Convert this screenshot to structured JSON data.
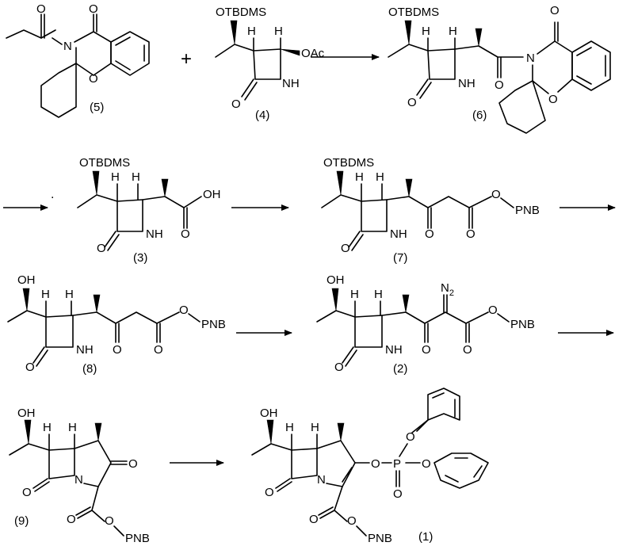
{
  "labels": {
    "tbdms": "OTBDMS",
    "oac": "OAc",
    "oh_group": "OH",
    "oh_acid": "OH",
    "o": "O",
    "n": "N",
    "nh": "NH",
    "h": "H",
    "p": "P",
    "n_diazo": "N",
    "diazo_sub": "2",
    "pnb": "PNB"
  },
  "operators": {
    "plus": "+",
    "dot": "."
  },
  "compounds": {
    "c5": "(5)",
    "c4": "(4)",
    "c6": "(6)",
    "c3": "(3)",
    "c7": "(7)",
    "c8": "(8)",
    "c2": "(2)",
    "c9": "(9)",
    "c1": "(1)"
  }
}
